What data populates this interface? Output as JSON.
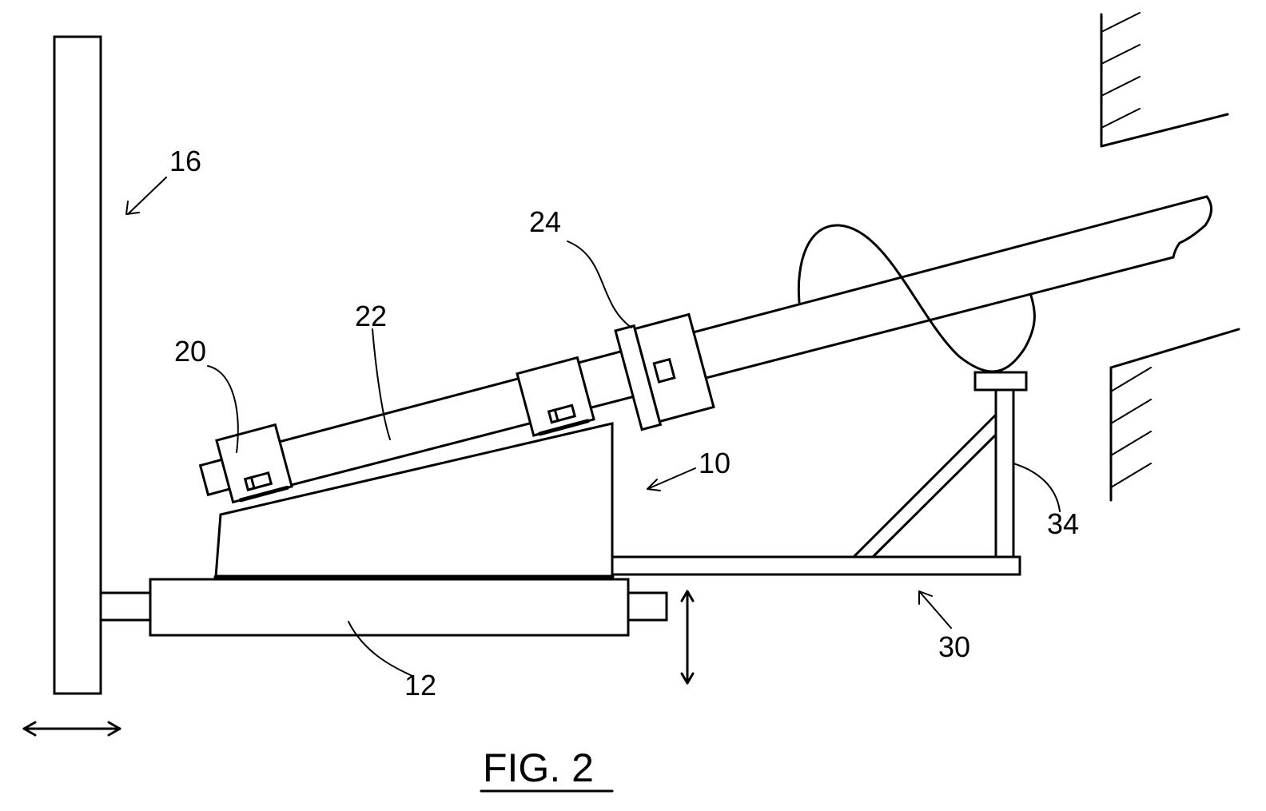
{
  "figure": {
    "caption": "FIG. 2",
    "labels": {
      "l16": "16",
      "l24": "24",
      "l22": "22",
      "l20": "20",
      "l10": "10",
      "l34": "34",
      "l12": "12",
      "l30": "30"
    }
  }
}
